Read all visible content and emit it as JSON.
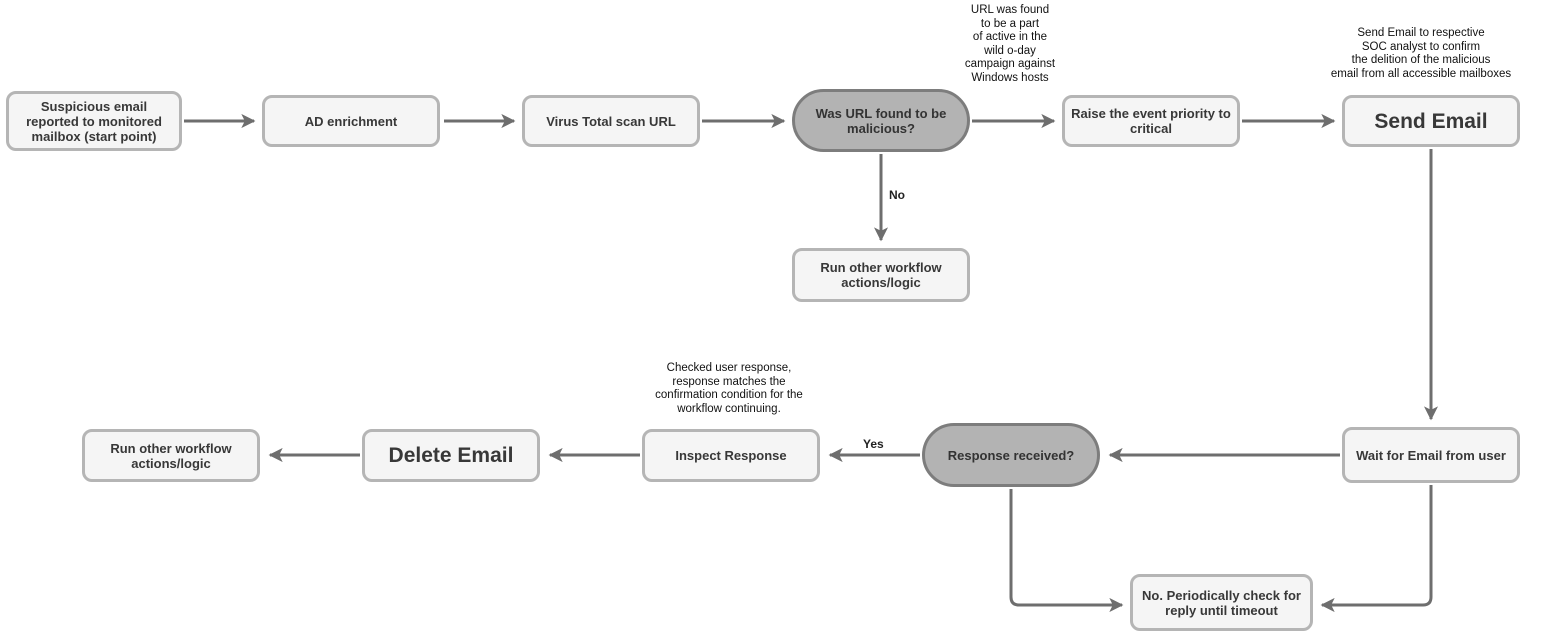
{
  "nodes": {
    "start": {
      "label": "Suspicious email\nreported to monitored\nmailbox (start point)"
    },
    "ad_enrichment": {
      "label": "AD enrichment"
    },
    "virustotal_scan": {
      "label": "Virus Total scan URL"
    },
    "url_malicious_decision": {
      "label": "Was URL found to be\nmalicious?"
    },
    "raise_priority": {
      "label": "Raise the event priority to\ncritical"
    },
    "send_email": {
      "label": "Send Email"
    },
    "run_other_workflow_top": {
      "label": "Run other workflow\nactions/logic"
    },
    "run_other_workflow_bottom": {
      "label": "Run other workflow\nactions/logic"
    },
    "delete_email": {
      "label": "Delete Email"
    },
    "inspect_response": {
      "label": "Inspect Response"
    },
    "response_received_decision": {
      "label": "Response received?"
    },
    "wait_for_email": {
      "label": "Wait for Email from user"
    },
    "periodic_check": {
      "label": "No. Periodically check for\nreply until timeout"
    }
  },
  "edge_labels": {
    "no_branch": "No",
    "yes_branch": "Yes"
  },
  "annotations": {
    "url_campaign_note": "URL was found\nto be a part\nof active in the\nwild o-day\ncampaign against\nWindows hosts",
    "send_email_note": "Send Email to respective\nSOC analyst to confirm\nthe delition of the malicious\nemail from all accessible mailboxes",
    "inspect_response_note": "Checked user response,\nresponse matches the\nconfirmation condition for the\nworkflow continuing."
  },
  "colors": {
    "process_fill": "#f5f5f5",
    "process_border": "#b5b5b5",
    "decision_fill": "#b3b3b3",
    "decision_border": "#7d7d7d",
    "arrow": "#6e6e6e",
    "label_text": "#383838",
    "annotation_text": "#111111",
    "background": "#ffffff"
  }
}
